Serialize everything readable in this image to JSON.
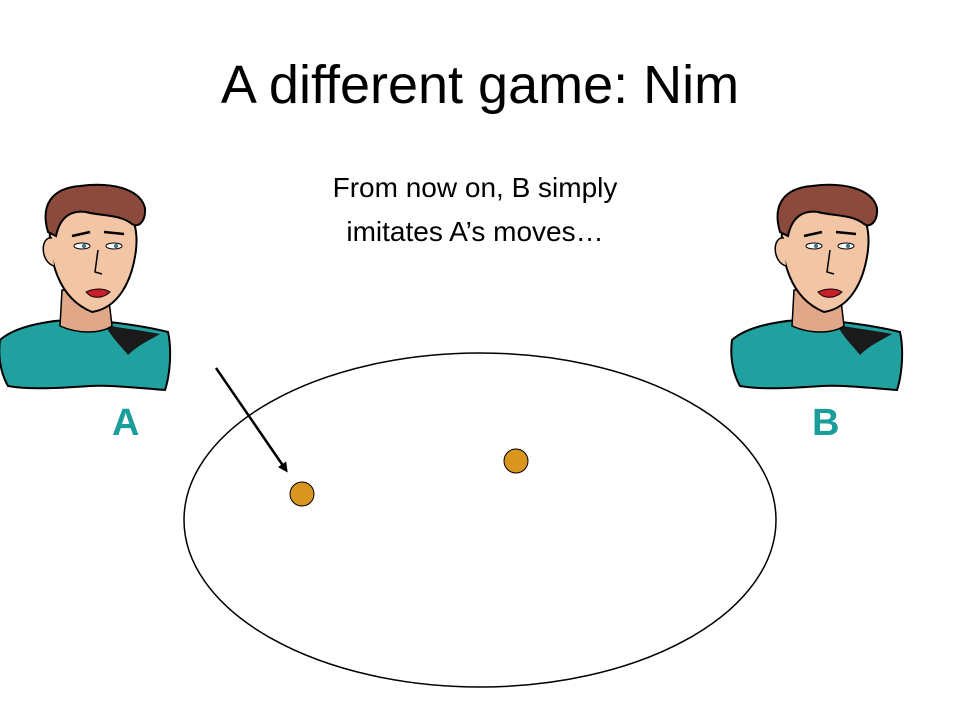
{
  "slide": {
    "title": "A different game: Nim",
    "subtitle_lines": [
      "From now on, B simply",
      "imitates A’s moves…"
    ]
  },
  "players": [
    {
      "id": "A",
      "label": "A"
    },
    {
      "id": "B",
      "label": "B"
    }
  ],
  "board": {
    "coins": 2,
    "coin_color": "#d9951e",
    "label_color": "#1a9e9b",
    "shirt_color": "#21a0a0",
    "hair_color": "#8b4a3c",
    "skin_color": "#f2c6a5"
  }
}
